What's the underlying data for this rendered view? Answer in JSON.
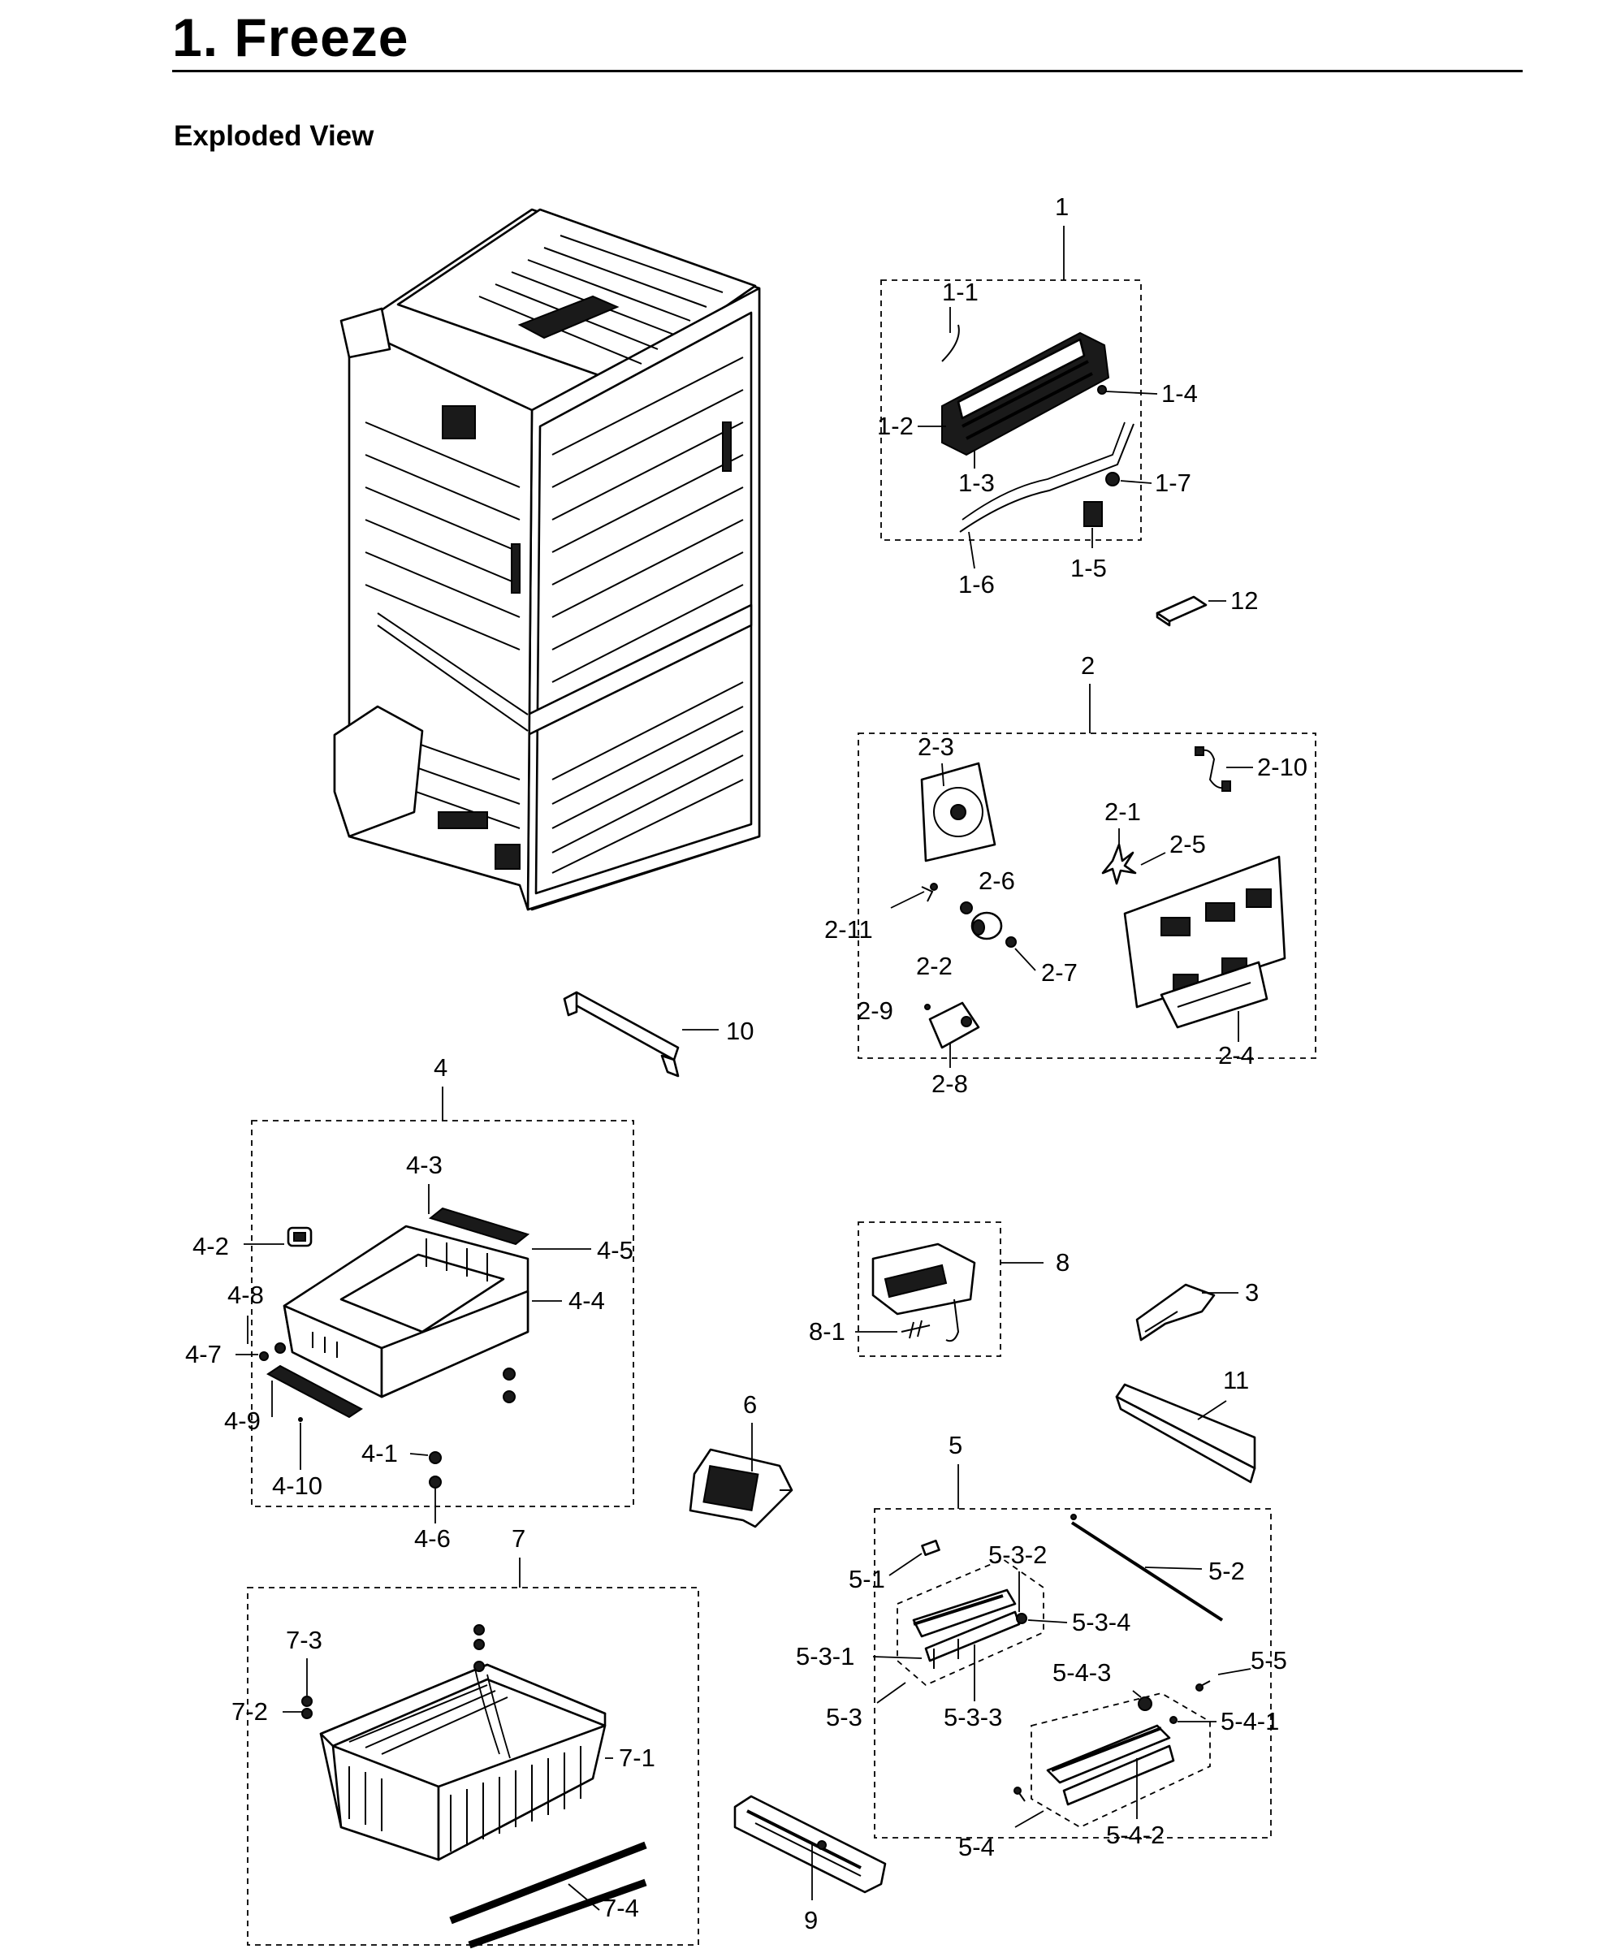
{
  "page": {
    "title": "1.  Freeze",
    "subtitle": "Exploded View"
  },
  "labels": {
    "p1": "1",
    "p1_1": "1-1",
    "p1_2": "1-2",
    "p1_3": "1-3",
    "p1_4": "1-4",
    "p1_5": "1-5",
    "p1_6": "1-6",
    "p1_7": "1-7",
    "p2": "2",
    "p2_1": "2-1",
    "p2_2": "2-2",
    "p2_3": "2-3",
    "p2_4": "2-4",
    "p2_5": "2-5",
    "p2_6": "2-6",
    "p2_7": "2-7",
    "p2_8": "2-8",
    "p2_9": "2-9",
    "p2_10": "2-10",
    "p2_11": "2-11",
    "p3": "3",
    "p4": "4",
    "p4_1": "4-1",
    "p4_2": "4-2",
    "p4_3": "4-3",
    "p4_4": "4-4",
    "p4_5": "4-5",
    "p4_6": "4-6",
    "p4_7": "4-7",
    "p4_8": "4-8",
    "p4_9": "4-9",
    "p4_10": "4-10",
    "p5": "5",
    "p5_1": "5-1",
    "p5_2": "5-2",
    "p5_3": "5-3",
    "p5_3_1": "5-3-1",
    "p5_3_2": "5-3-2",
    "p5_3_3": "5-3-3",
    "p5_3_4": "5-3-4",
    "p5_4": "5-4",
    "p5_4_1": "5-4-1",
    "p5_4_2": "5-4-2",
    "p5_4_3": "5-4-3",
    "p5_5": "5-5",
    "p6": "6",
    "p7": "7",
    "p7_1": "7-1",
    "p7_2": "7-2",
    "p7_3": "7-3",
    "p7_4": "7-4",
    "p8": "8",
    "p8_1": "8-1",
    "p9": "9",
    "p10": "10",
    "p11": "11",
    "p12": "12"
  }
}
